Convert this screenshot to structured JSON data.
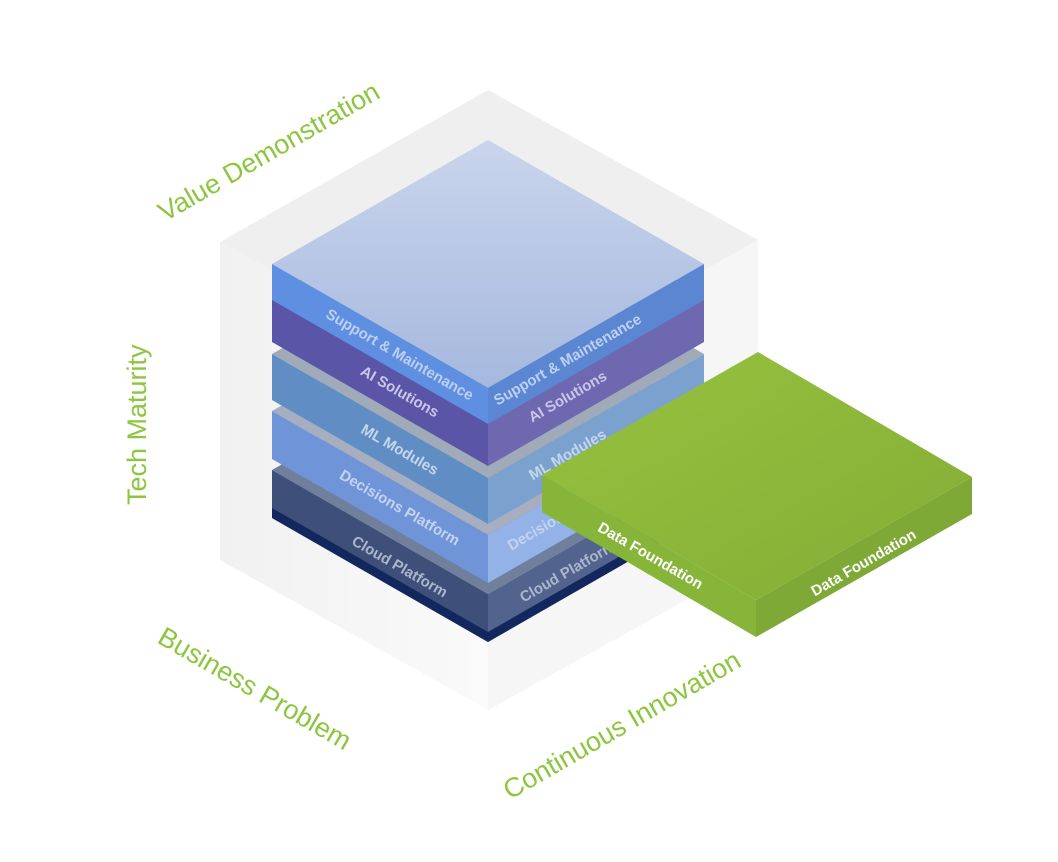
{
  "diagram": {
    "axes": {
      "top_left": "Value Demonstration",
      "left": "Tech Maturity",
      "bottom_left": "Business Problem",
      "bottom_right": "Continuous Innovation"
    },
    "layers": [
      {
        "id": "cloud-platform",
        "label": "Cloud Platform",
        "top": "#6f7f9c",
        "left": "#3e5079",
        "right": "#52648d",
        "band": "#12275e",
        "text": "#aab6cc"
      },
      {
        "id": "decisions-platform",
        "label": "Decisions Platform",
        "top": "#a6aec0",
        "left": "#6f94d8",
        "right": "#93b2e8",
        "band": null,
        "text": "#c4d4f0"
      },
      {
        "id": "ml-modules",
        "label": "ML Modules",
        "top": "#a0aab8",
        "left": "#5f8dc4",
        "right": "#7ba2cf",
        "band": null,
        "text": "#c6d6ea"
      },
      {
        "id": "ai-solutions",
        "label": "AI Solutions",
        "top": "#7c7a92",
        "left": "#5a55a6",
        "right": "#6d68b0",
        "band": null,
        "text": "#c9c6e8"
      },
      {
        "id": "support-maintenance",
        "label": "Support & Maintenance",
        "top": "#aebfe3",
        "left": "#5f8fe0",
        "right": "#5b86d2",
        "band": null,
        "text": "#bcd0f2"
      }
    ],
    "side_block": {
      "id": "data-foundation",
      "label": "Data Foundation",
      "top": "#8fb93a",
      "left": "#87b53a",
      "right": "#7ea936",
      "text": "#ffffff"
    },
    "colors": {
      "accent": "#8cc63f",
      "backdrop": "#efefef"
    }
  }
}
